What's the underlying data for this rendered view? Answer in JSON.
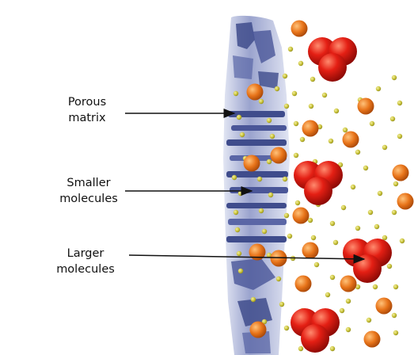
{
  "labels": {
    "porous_matrix": "Porous\nmatrix",
    "smaller_molecules": "Smaller\nmolecules",
    "larger_molecules": "Larger\nmolecules"
  },
  "colors": {
    "matrix_dark": "#3f4c8c",
    "matrix_light": "#c9cfe6",
    "small_molecule": "#c9c23a",
    "medium_molecule": "#e8741a",
    "large_molecule": "#e41f14",
    "arrow": "#111111"
  }
}
